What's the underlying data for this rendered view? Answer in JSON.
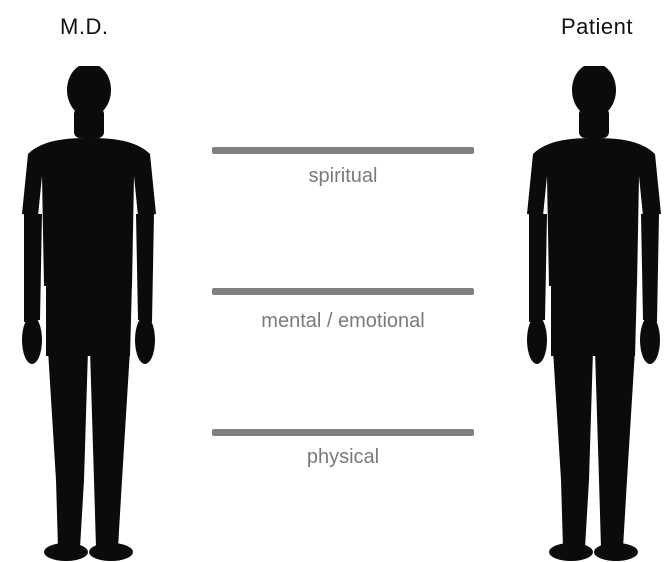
{
  "figures": {
    "left_label": "M.D.",
    "right_label": "Patient"
  },
  "levels": [
    {
      "label": "spiritual"
    },
    {
      "label": "mental / emotional"
    },
    {
      "label": "physical"
    }
  ],
  "colors": {
    "silhouette": "#0b0b0b",
    "level_line": "#7f7f7f",
    "level_text": "#7a7a7a",
    "background": "#ffffff"
  }
}
